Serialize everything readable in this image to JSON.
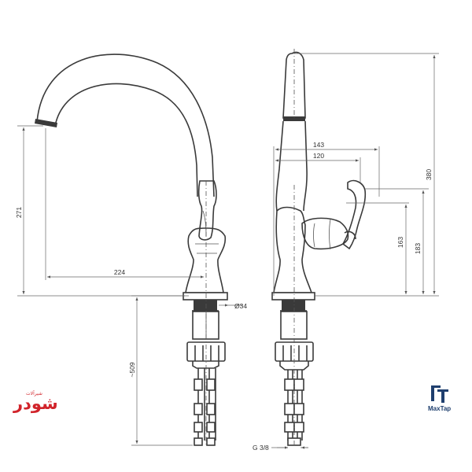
{
  "drawing": {
    "dimensions": {
      "spout_height": "271",
      "spout_reach": "224",
      "base_diameter": "Ø34",
      "hose_length": "~509",
      "total_height": "380",
      "body_reach": "143",
      "handle_reach": "120",
      "handle_height": "183",
      "body_height": "163",
      "thread": "G 3/8"
    }
  },
  "branding": {
    "left_logo_text": "شودر",
    "left_logo_sub": "شیرآلات",
    "right_logo_text": "MaxTap",
    "colors": {
      "left_logo": "#d1232a",
      "right_logo": "#1f3f6e"
    }
  }
}
